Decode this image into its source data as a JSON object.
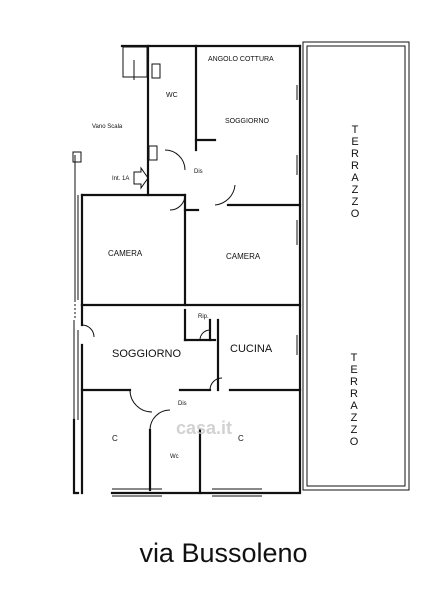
{
  "plan": {
    "rooms": {
      "angolo_cottura": "ANGOLO COTTURA",
      "wc_top": "WC",
      "soggiorno_top": "SOGGIORNO",
      "vano_scala": "Vano Scala",
      "int": "Int. 1A",
      "dis_top": "Dis",
      "camera_left": "CAMERA",
      "camera_right": "CAMERA",
      "rip": "Rip.",
      "soggiorno_bottom": "SOGGIORNO",
      "cucina": "CUCINA",
      "dis_bottom": "Dis",
      "c_left": "C",
      "c_right": "C",
      "wc_bottom": "Wc",
      "terrazzo_top": "TERRAZZO",
      "terrazzo_bottom": "TERRAZZO"
    },
    "watermark": "casa.it"
  },
  "caption": "via Bussoleno"
}
